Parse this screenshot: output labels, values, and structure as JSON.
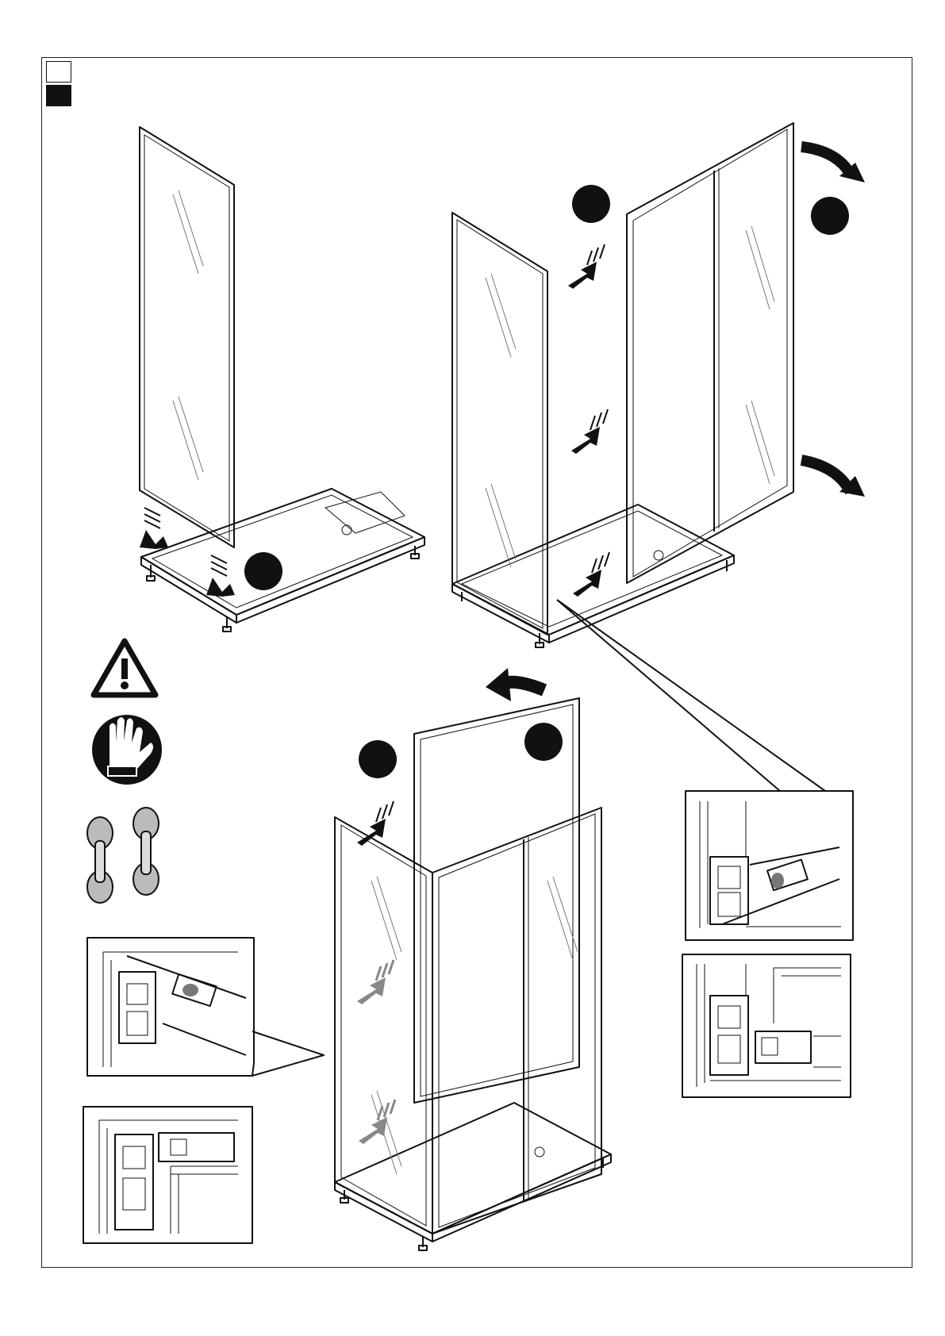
{
  "page": {
    "color_swatches": [
      {
        "name": "white",
        "color": "#ffffff"
      },
      {
        "name": "black",
        "color": "#111111"
      }
    ],
    "steps": [
      {
        "id": "step-a",
        "label": ""
      },
      {
        "id": "step-b",
        "label": ""
      },
      {
        "id": "step-c",
        "label": ""
      }
    ],
    "icons": [
      "warning-icon",
      "gloves-icon",
      "suction-handle-icon"
    ],
    "accent_color": "#111111",
    "glare_color": "#777777"
  }
}
